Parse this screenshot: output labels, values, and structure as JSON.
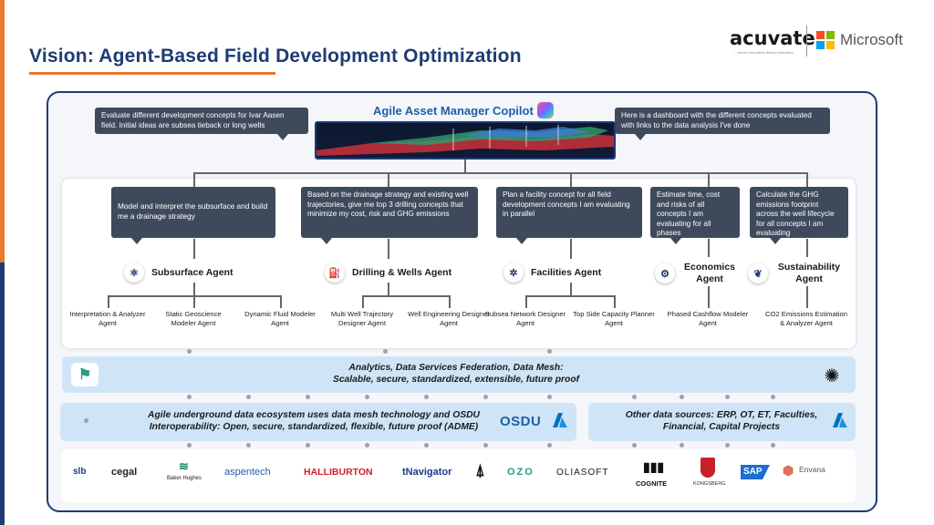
{
  "slide": {
    "title": "Vision: Agent-Based Field Development Optimization"
  },
  "logos": {
    "acuvate": "acuvate",
    "acuvate_tagline": "....where innovation drives innovation",
    "microsoft": "Microsoft",
    "ms_colors": [
      "#f25022",
      "#7fba00",
      "#00a4ef",
      "#ffb900"
    ]
  },
  "copilot": {
    "title": "Agile Asset Manager Copilot",
    "request": "Evaluate different development concepts for Ivar Aasen field. Initial ideas are subsea tieback or long wells",
    "response": "Here is a dashboard with the different concepts evaluated with links to the data analysis I've done"
  },
  "agents": [
    {
      "prompt": "Model and interpret the subsurface and build me a drainage strategy",
      "name": "Subsurface Agent",
      "icon": "molecule-icon",
      "subagents": [
        "Interpretation & Analyzer Agent",
        "Static Geoscience Modeler Agent",
        "Dynamic Fluid Modeler Agent"
      ]
    },
    {
      "prompt": "Based on the drainage strategy and existing well trajectories, give me top 3 drilling concepts that minimize my cost, risk and GHG emissions",
      "name": "Drilling & Wells Agent",
      "icon": "oil-rig-icon",
      "subagents": [
        "Multi Well Trajectory Designer Agent",
        "Well Engineering Designer Agent"
      ]
    },
    {
      "prompt": "Plan a facility concept for all field development concepts I am evaluating in parallel",
      "name": "Facilities Agent",
      "icon": "network-icon",
      "subagents": [
        "Subsea Network Designer Agent",
        "Top Side Capacity Planner Agent"
      ]
    },
    {
      "prompt": "Estimate time, cost and risks of all concepts I am evaluating for all phases",
      "name": "Economics Agent",
      "icon": "gear-cluster-icon",
      "subagents": [
        "Phased Cashflow Modeler Agent"
      ]
    },
    {
      "prompt": "Calculate the GHG emissions footprint across the well lifecycle for all concepts I am evaluating",
      "name": "Sustainability Agent",
      "icon": "leaf-icon",
      "subagents": [
        "CO2 Emissions Estimation & Analyzer Agent"
      ]
    }
  ],
  "data_layer": {
    "line1": "Analytics, Data Services Federation, Data Mesh:",
    "line2": "Scalable, secure, standardized, extensible, future proof"
  },
  "osdu_band": {
    "line1": "Agile underground data ecosystem uses data mesh technology and OSDU",
    "line2": "Interoperability: Open, secure, standardized, flexible, future proof (ADME)",
    "osdu_label": "OSDU"
  },
  "other_band": {
    "line1": "Other data sources: ERP, OT, ET, Faculties,",
    "line2": "Financial, Capital Projects"
  },
  "partners": [
    "slb",
    "cegal",
    "Baker Hughes",
    "aspentech",
    "HALLIBURTON",
    "tNavigator",
    "AkerBP",
    "OZO",
    "OLIASOFT",
    "COGNITE",
    "KONGSBERG",
    "SAP",
    "Envana"
  ]
}
